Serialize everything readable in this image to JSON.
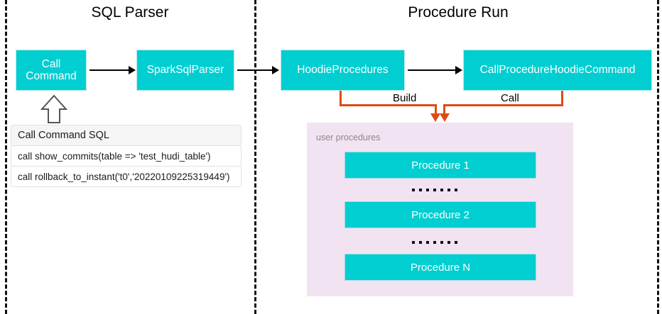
{
  "sections": [
    {
      "title": "SQL Parser"
    },
    {
      "title": "Procedure Run"
    }
  ],
  "colors": {
    "teal": "#00CED1",
    "orange": "#DE4A16",
    "panel": "#F2E3F2",
    "arrow": "#000000",
    "divider": "#111111",
    "panel_label": "#8a8a8a"
  },
  "boxes": {
    "call_command": "Call\nCommand",
    "call_command_line1": "Call",
    "call_command_line2": "Command",
    "spark_sql_parser": "SparkSqlParser",
    "hoodie_procedures": "HoodieProcedures",
    "call_procedure_hoodie_command": "CallProcedureHoodieCommand"
  },
  "sql_table": {
    "header": "Call Command SQL",
    "rows": [
      "call show_commits(table => 'test_hudi_table')",
      "call rollback_to_instant('t0','20220109225319449')"
    ]
  },
  "connectors": {
    "build_label": "Build",
    "call_label": "Call"
  },
  "panel": {
    "label": "user procedures",
    "procedures": [
      "Procedure 1",
      "Procedure 2",
      "Procedure N"
    ],
    "separator_dots": 7
  }
}
